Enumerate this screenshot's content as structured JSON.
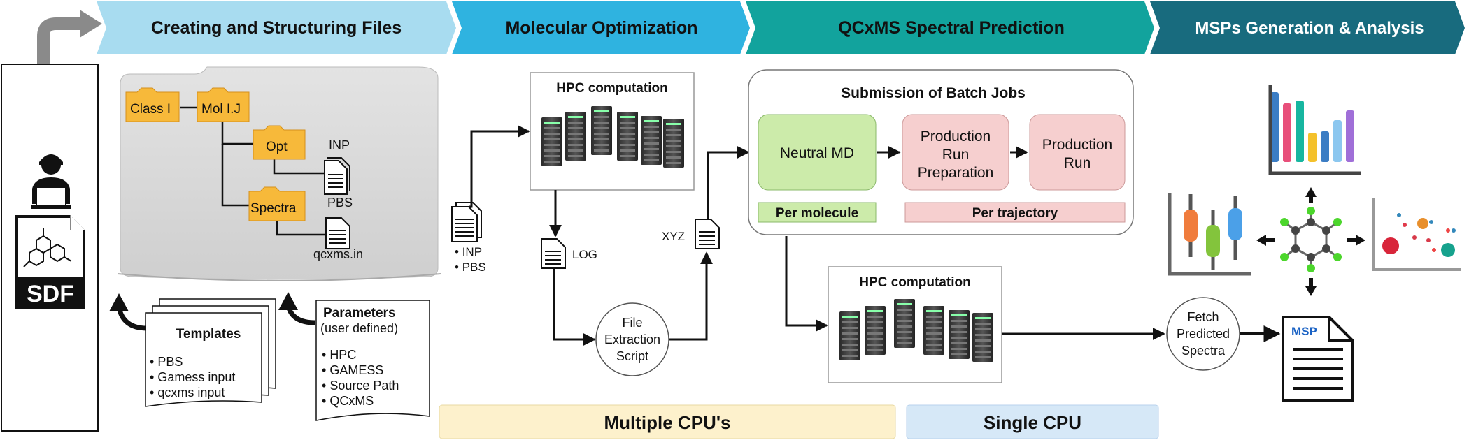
{
  "pipeline": {
    "stages": [
      {
        "label": "Creating and Structuring Files",
        "color": "#a8dcf0"
      },
      {
        "label": "Molecular Optimization",
        "color": "#2fb3e0"
      },
      {
        "label": "QCxMS Spectral Prediction",
        "color": "#12a39d"
      },
      {
        "label": "MSPs Generation & Analysis",
        "color": "#186b7e"
      }
    ]
  },
  "input": {
    "file_label": "SDF"
  },
  "folder_tree": {
    "class": "Class I",
    "molecule": "Mol I.J",
    "opt": "Opt",
    "spectra": "Spectra",
    "inp": "INP",
    "pbs": "PBS",
    "qcxms_in": "qcxms.in"
  },
  "templates": {
    "title": "Templates",
    "items": [
      "PBS",
      "Gamess input",
      "qcxms input"
    ]
  },
  "parameters": {
    "title": "Parameters",
    "subtitle": "(user defined)",
    "items": [
      "HPC",
      "GAMESS",
      "Source Path",
      "QCxMS"
    ]
  },
  "optimization": {
    "hpc_title": "HPC computation",
    "inputs": [
      "INP",
      "PBS"
    ],
    "log": "LOG",
    "xyz": "XYZ",
    "extraction": [
      "File",
      "Extraction",
      "Script"
    ]
  },
  "batch": {
    "title": "Submission of Batch Jobs",
    "neutral_md": "Neutral MD",
    "production_prep": [
      "Production",
      "Run",
      "Preparation"
    ],
    "production_run": [
      "Production",
      "Run"
    ],
    "per_molecule": "Per molecule",
    "per_trajectory": "Per trajectory"
  },
  "spectral": {
    "hpc_title": "HPC computation",
    "fetch": [
      "Fetch",
      "Predicted",
      "Spectra"
    ],
    "msp": "MSP"
  },
  "footer": {
    "multiple_cpu": "Multiple CPU's",
    "single_cpu": "Single CPU"
  },
  "colors": {
    "green_box": "#ccebaa",
    "pink_box": "#f6cfcf",
    "yellow_band": "#fdf1cc",
    "blue_band": "#d6e8f7",
    "folder": "#f7b93a"
  },
  "icons": [
    "user-computer-icon",
    "molecule-file-icon",
    "server-rack-icon",
    "document-icon",
    "bar-chart-icon",
    "box-plot-icon",
    "scatter-plot-icon",
    "molecule-3d-icon"
  ]
}
